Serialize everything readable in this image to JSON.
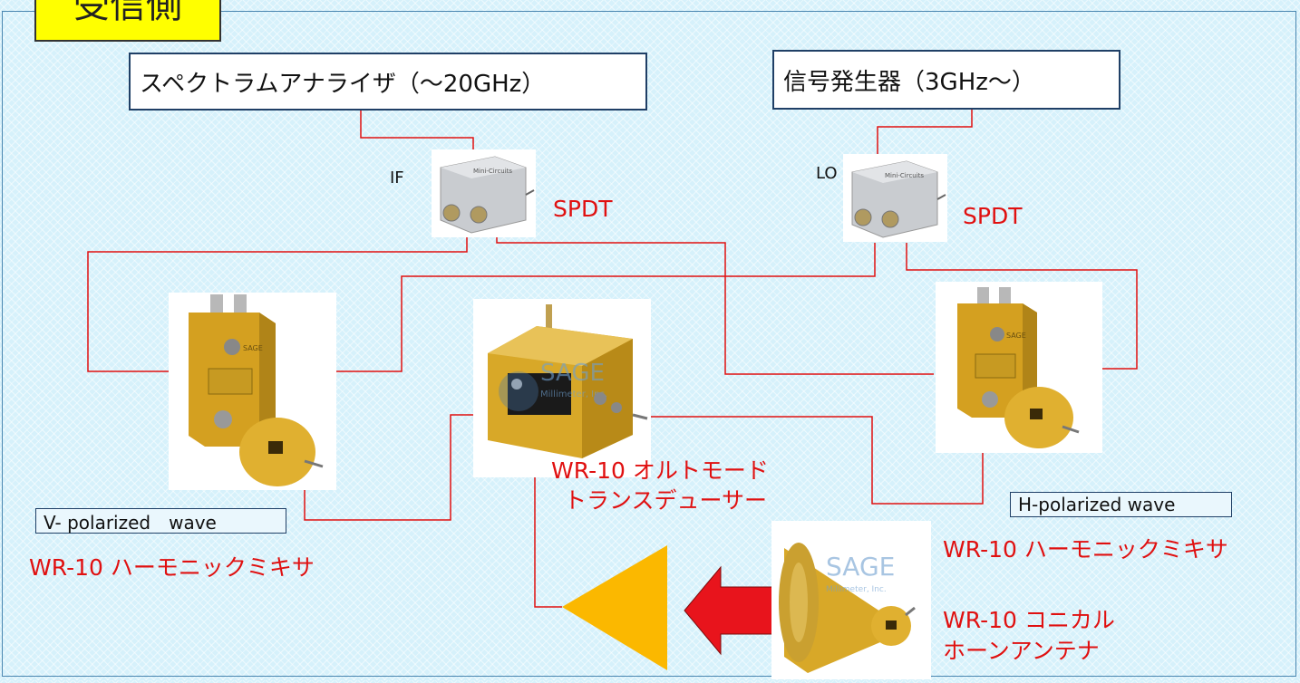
{
  "title": "受信側",
  "instruments": {
    "spectrum_analyzer": "スペクトラムアナライザ（～20GHz）",
    "signal_generator": "信号発生器（3GHz～）"
  },
  "ports": {
    "if": "IF",
    "lo": "LO"
  },
  "switches": {
    "left_label": "SPDT",
    "right_label": "SPDT"
  },
  "omt": {
    "line1": "WR-10 オルトモード",
    "line2": "トランスデューサー"
  },
  "mixer_left": {
    "polarization": "V- polarized　wave",
    "label": "WR-10 ハーモニックミキサ"
  },
  "mixer_right": {
    "polarization": "H-polarized wave",
    "label": "WR-10 ハーモニックミキサ"
  },
  "horn": {
    "line1": "WR-10 コニカル",
    "line2": "ホーンアンテナ"
  },
  "photo_text": {
    "brand": "SAGE",
    "maker": "Mini-Circuits",
    "sub": "Millimeter, Inc."
  },
  "colors": {
    "wire": "#e01010",
    "label_red": "#e01010",
    "title_bg": "#ffff00",
    "triangle": "#fbb800",
    "arrow": "#e8141c",
    "gold": "#d4a020"
  }
}
